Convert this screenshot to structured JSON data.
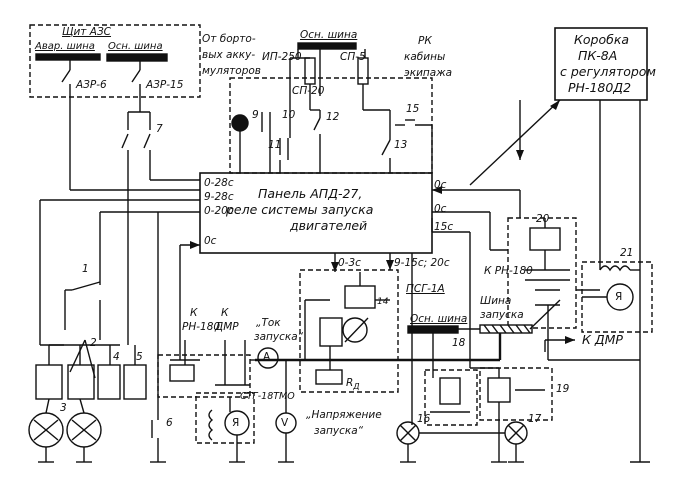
{
  "texts": {
    "shield_title": "Щит АЗС",
    "emerg_bus": "Авар. шина",
    "main_bus_left": "Осн. шина",
    "azr6": "АЗР-6",
    "azr15": "АЗР-15",
    "onboard_1": "От борто-",
    "onboard_2": "вых акку-",
    "onboard_3": "муляторов",
    "main_bus_top": "Осн. шина",
    "ip250": "ИП-250",
    "sp5": "СП-5",
    "sp20": "СП-20",
    "rk_1": "РК",
    "rk_2": "кабины",
    "rk_3": "экипажа",
    "box_1": "Коробка",
    "box_2": "ПК-8А",
    "box_3": "с регулятором",
    "box_4": "РН-180Д2",
    "panel_1": "Панель АПД-27,",
    "panel_2": "реле системы запуска",
    "panel_3": "двигателей",
    "w_0_28c": "0-28с",
    "w_9_28c": "9-28с",
    "w_0_20c": "0-20с",
    "w_0c_left": "0с",
    "w_0c_r1": "0с",
    "w_0c_r2": "0с",
    "w_15c": "15с",
    "w_0_3c": "0-3с",
    "w_9_15c": "9-15с; 20с",
    "k_rn180_right": "К РН-180",
    "bus_launch_1": "Шина",
    "bus_launch_2": "запуска",
    "k_dmr_right": "К ДМР",
    "k_rn180_left_1": "К",
    "k_rn180_left_2": "РН-180",
    "k_dmr_left_1": "К",
    "k_dmr_left_2": "ДМР",
    "current_1": "„Ток",
    "current_2": "запуска“",
    "ammeter": "А",
    "voltmeter": "V",
    "voltage_1": "„Напряжение",
    "voltage_2": "запуска“",
    "stg": "СТГ-18ТМО",
    "motor": "Я",
    "motor21": "Я",
    "psg": "ПСГ-1А",
    "main_bus_mid": "Осн. шина",
    "rd": "R",
    "rd_sub": "Д",
    "n1": "1",
    "n2": "2",
    "n3": "3",
    "n4": "4",
    "n5": "5",
    "n6": "6",
    "n7": "7",
    "n9": "9",
    "n10": "10",
    "n11": "11",
    "n12": "12",
    "n13": "13",
    "n14": "14",
    "n15": "15",
    "n16": "16",
    "n17": "17",
    "n18": "18",
    "n19": "19",
    "n20": "20",
    "n21": "21"
  }
}
